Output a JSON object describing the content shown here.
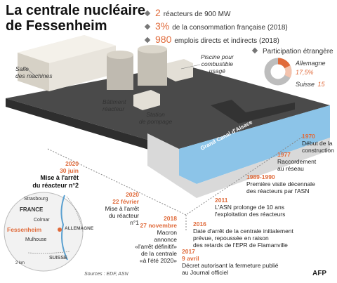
{
  "title": {
    "line1": "La centrale nucléaire",
    "line2": "de Fessenheim"
  },
  "stats": [
    {
      "value": "2",
      "text": "réacteurs de 900 MW"
    },
    {
      "value": "3%",
      "text": "de la consommation française (2018)"
    },
    {
      "value": "980",
      "text": "emplois directs et indirects (2018)"
    }
  ],
  "participation": {
    "title": "Participation étrangère",
    "items": [
      {
        "name": "Allemagne",
        "value": "17,5%",
        "fraction": 0.175
      },
      {
        "name": "Suisse",
        "value": "15",
        "fraction": 0.15
      }
    ]
  },
  "plant_labels": {
    "salle": [
      "Salle",
      "des machines"
    ],
    "batiment": [
      "Bâtiment",
      "réacteur"
    ],
    "piscine": [
      "Piscine pour",
      "combustible",
      "usagé"
    ],
    "station": [
      "Station",
      "de pompage"
    ],
    "canal": "Grand Canal d'Alsace"
  },
  "timeline": [
    {
      "year": "1970",
      "lines": [
        "Début de la",
        "construction"
      ]
    },
    {
      "year": "1977",
      "lines": [
        "Raccordement",
        "au réseau"
      ]
    },
    {
      "year": "1989-1990",
      "lines": [
        "Première visite décennale",
        "des réacteurs par l'ASN"
      ]
    },
    {
      "year": "2011",
      "lines": [
        "L'ASN prolonge de 10 ans",
        "l'exploitation des réacteurs"
      ]
    },
    {
      "year": "2016",
      "lines": [
        "Date d'arrêt de la centrale initialement",
        "prévue, repoussée en raison",
        "des retards de l'EPR de Flamanville"
      ]
    },
    {
      "year": "2017",
      "date": "9 avril",
      "lines": [
        "Décret autorisant la fermeture publié",
        "au Journal officiel"
      ]
    },
    {
      "year": "2018",
      "date": "27 novembre",
      "lines": [
        "Macron annonce",
        "«l'arrêt définitif»",
        "de la centrale",
        "«à l'été 2020»"
      ]
    },
    {
      "year": "2020",
      "date": "22 février",
      "lines": [
        "Mise à l'arrêt",
        "du réacteur n°1"
      ]
    },
    {
      "year": "2020",
      "date": "30 juin",
      "lines": [
        "Mise à l'arrêt",
        "du réacteur n°2"
      ]
    }
  ],
  "map": {
    "strasbourg": "Strasbourg",
    "france": "FRANCE",
    "colmar": "Colmar",
    "fessenheim": "Fessenheim",
    "allemagne": "ALLEMAGNE",
    "mulhouse": "Mulhouse",
    "suisse": "SUISSE",
    "scale": "2 km"
  },
  "sources": "Sources : EDF, ASN",
  "logo": "AFP",
  "colors": {
    "accent": "#e06a3a",
    "water": "#8cc4e8",
    "ground": "#4a4a4a"
  }
}
